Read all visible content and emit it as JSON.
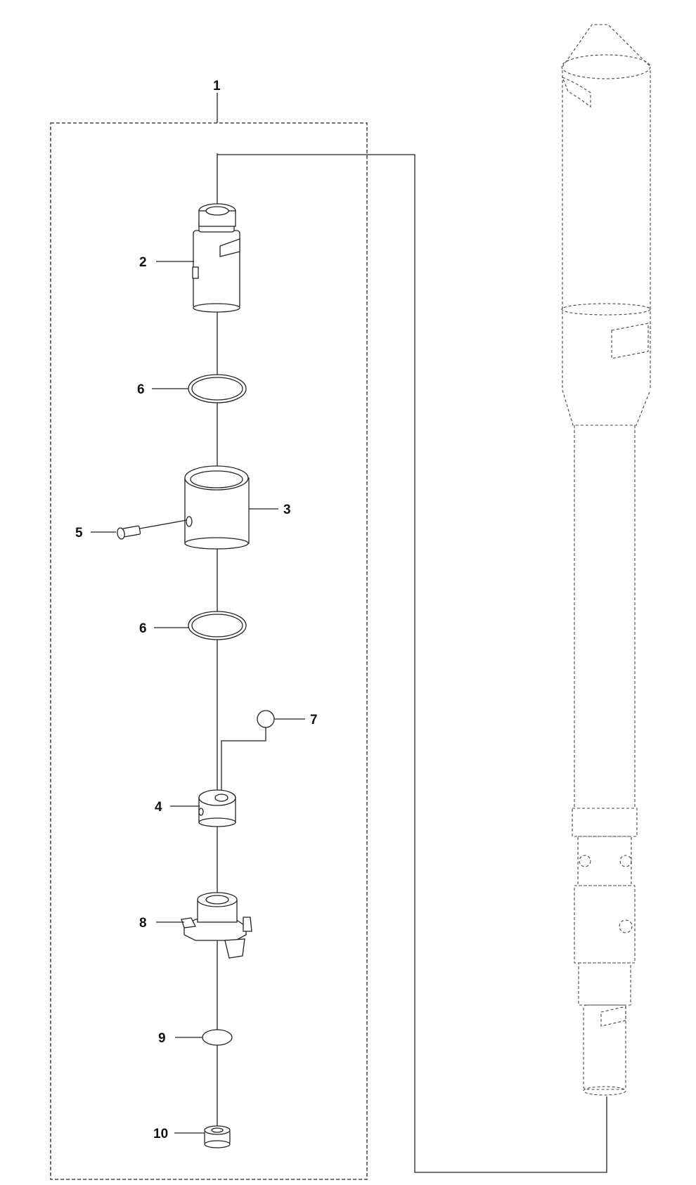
{
  "diagram": {
    "callouts": {
      "kit": "1",
      "p2": "2",
      "p3": "3",
      "p4": "4",
      "p5": "5",
      "p6a": "6",
      "p6b": "6",
      "p7": "7",
      "p8": "8",
      "p9": "9",
      "p10": "10"
    }
  }
}
